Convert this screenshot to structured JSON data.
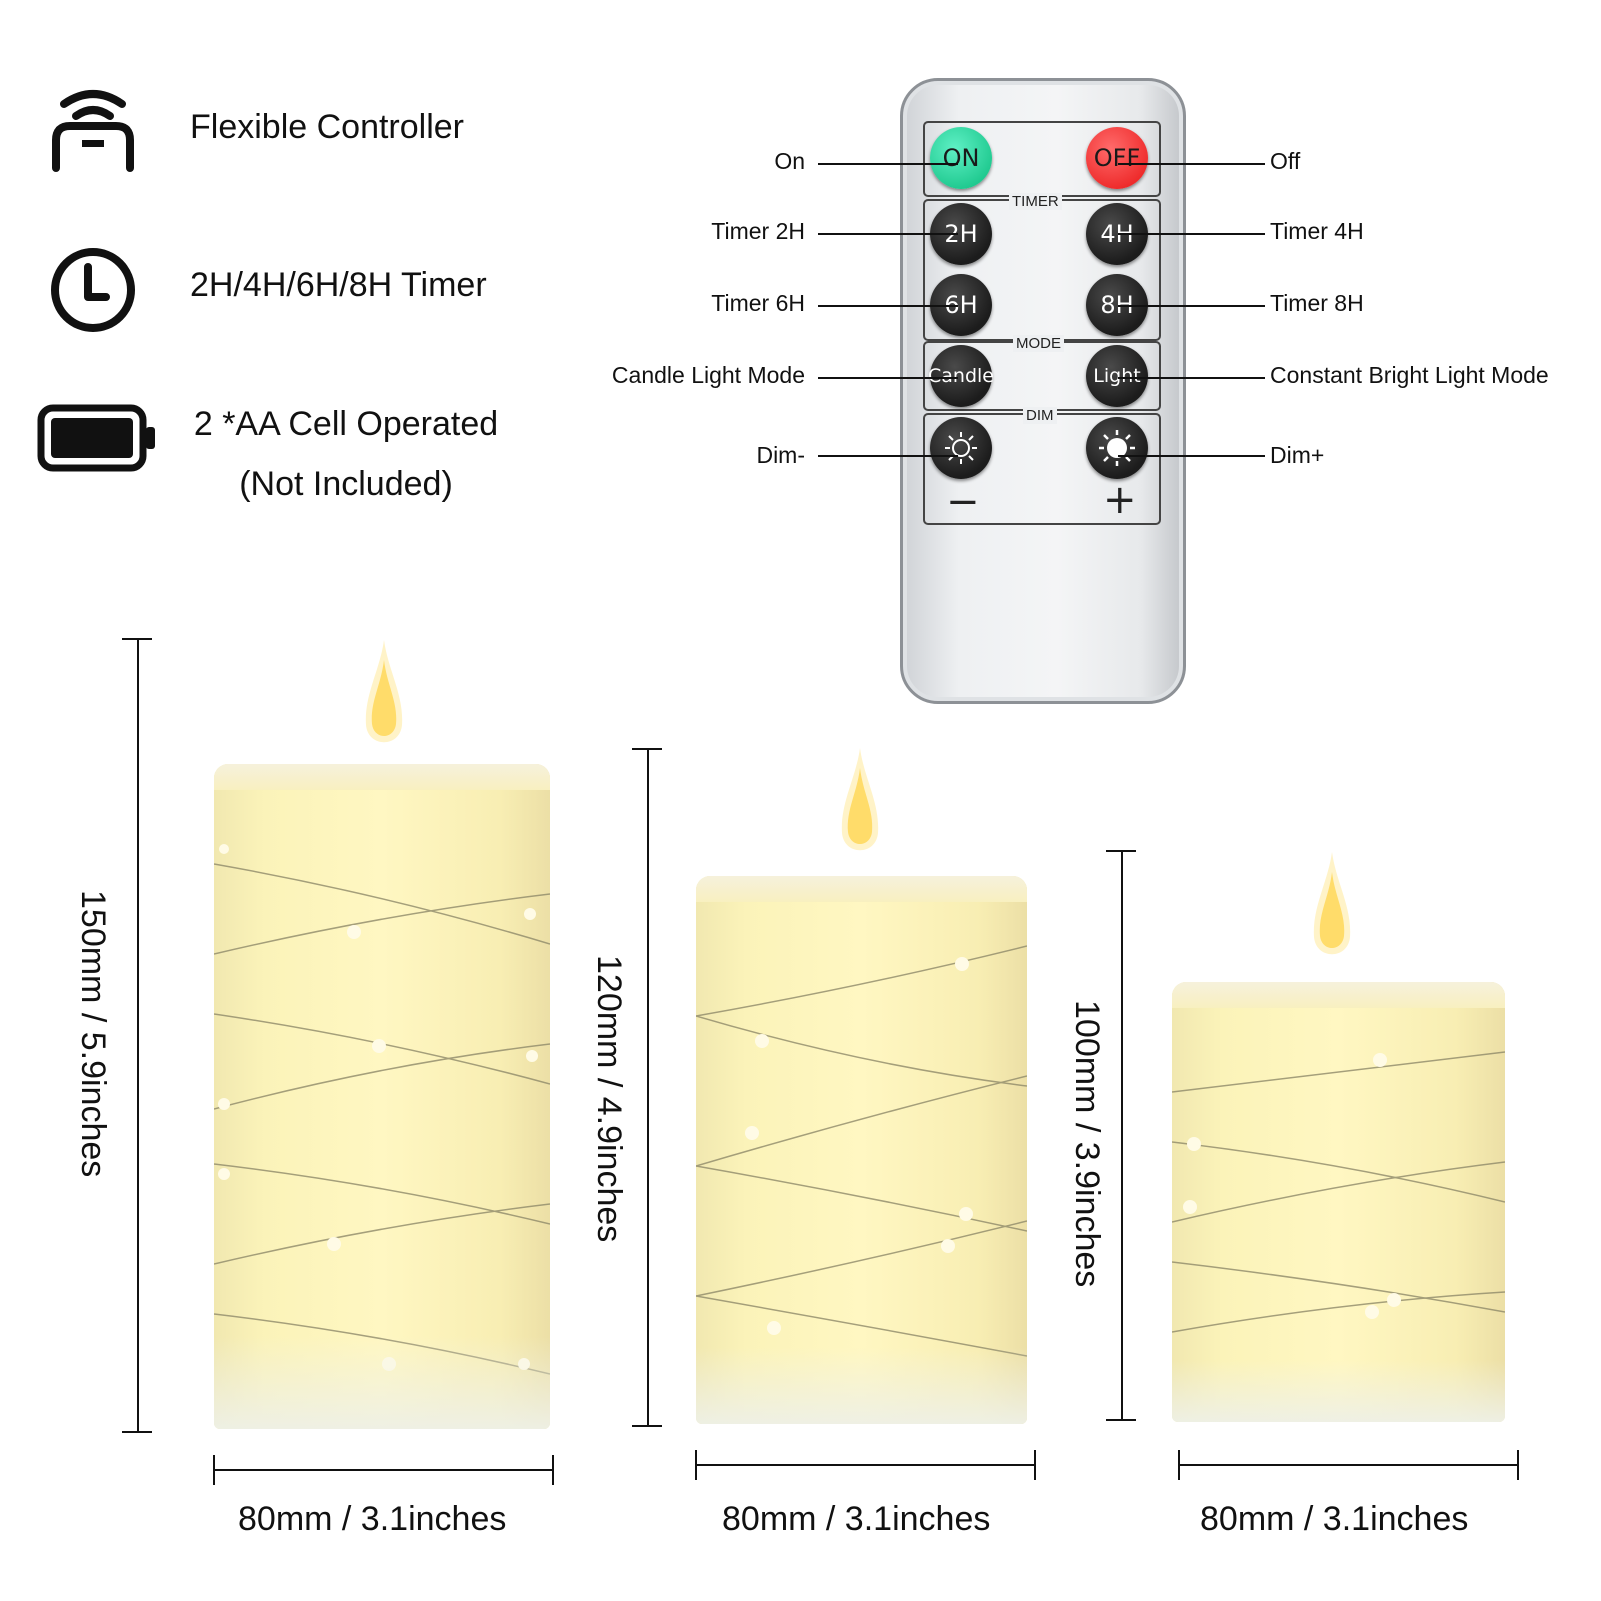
{
  "features": [
    {
      "icon": "wireless-remote-icon",
      "text": "Flexible Controller"
    },
    {
      "icon": "clock-icon",
      "text": "2H/4H/6H/8H Timer"
    },
    {
      "icon": "battery-icon",
      "text": "2 *AA Cell Operated",
      "text2": "(Not Included)"
    }
  ],
  "remote": {
    "panels": {
      "timer": "TIMER",
      "mode": "MODE",
      "dim": "DIM"
    },
    "buttons": {
      "on": "ON",
      "off": "OFF",
      "t2": "2H",
      "t4": "4H",
      "t6": "6H",
      "t8": "8H",
      "candle": "Candle",
      "light": "Light",
      "minus": "−",
      "plus": "+"
    },
    "labels": {
      "on": "On",
      "off": "Off",
      "timer2": "Timer 2H",
      "timer4": "Timer 4H",
      "timer6": "Timer 6H",
      "timer8": "Timer 8H",
      "candle_mode": "Candle Light Mode",
      "bright_mode": "Constant Bright Light Mode",
      "dim_minus": "Dim-",
      "dim_plus": "Dim+"
    }
  },
  "candles": [
    {
      "height": "150mm / 5.9inches",
      "width": "80mm / 3.1inches"
    },
    {
      "height": "120mm / 4.9inches",
      "width": "80mm / 3.1inches"
    },
    {
      "height": "100mm / 3.9inches",
      "width": "80mm / 3.1inches"
    }
  ],
  "colors": {
    "on_button": "#1fc98f",
    "off_button": "#ee2a2a",
    "candle": "#fff7c2"
  }
}
